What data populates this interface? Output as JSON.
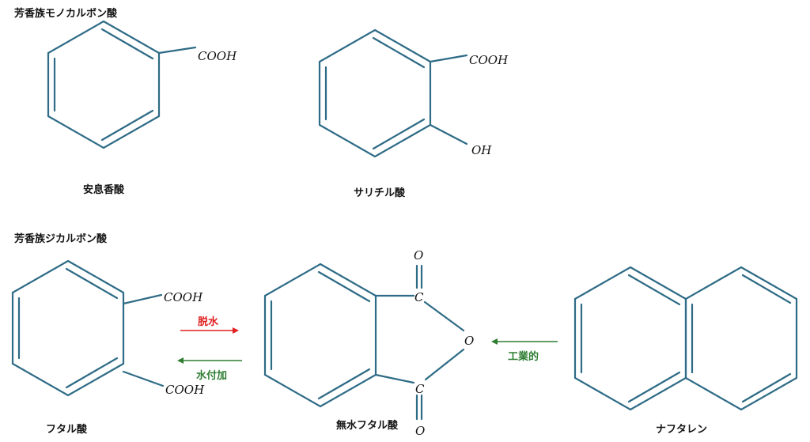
{
  "sections": {
    "mono": "芳香族モノカルボン酸",
    "di": "芳香族ジカルボン酸"
  },
  "compounds": {
    "benzoic": "安息香酸",
    "salicylic": "サリチル酸",
    "phthalic": "フタル酸",
    "anhydride": "無水フタル酸",
    "naphthalene": "ナフタレン"
  },
  "groups": {
    "cooh": "COOH",
    "oh": "OH",
    "o": "O",
    "c": "C"
  },
  "reactions": {
    "dehydration": "脱水",
    "hydration": "水付加",
    "industrial": "工業的"
  },
  "colors": {
    "bond": "#2e6b86",
    "dehydration": "#e02020",
    "hydration": "#2e7d32",
    "industrial": "#2e7d32"
  }
}
